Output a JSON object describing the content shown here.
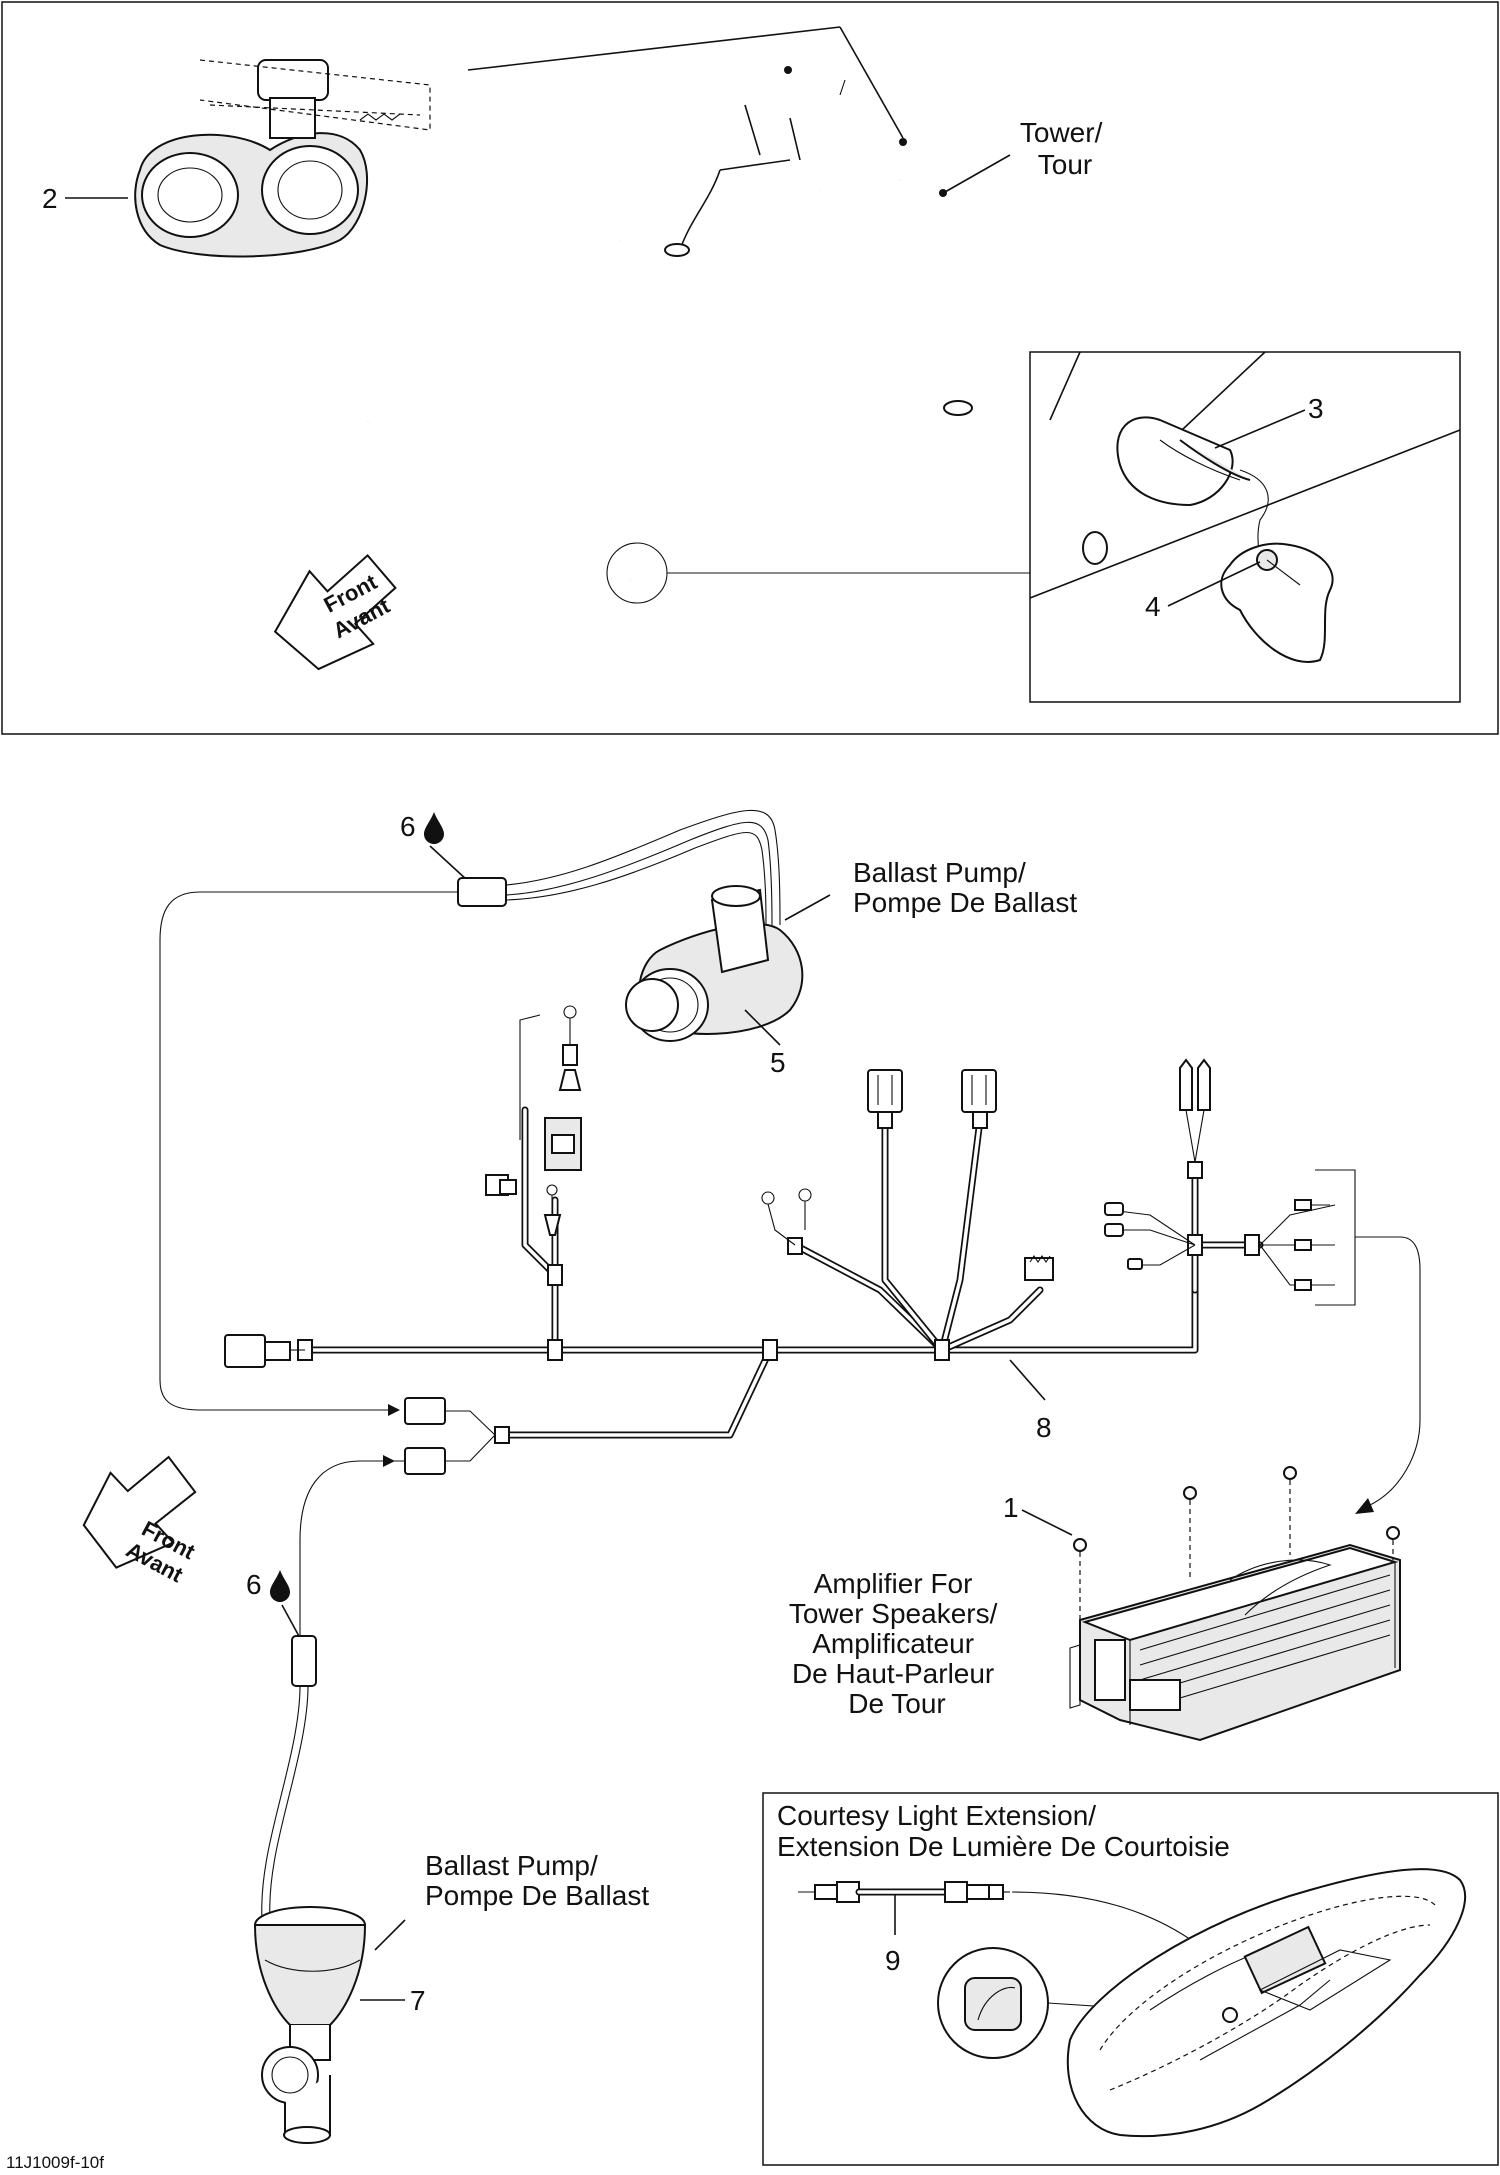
{
  "labels": {
    "tower": [
      "Tower/",
      "Tour"
    ],
    "ballast_pump_top": [
      "Ballast Pump/",
      "Pompe De Ballast"
    ],
    "ballast_pump_bottom": [
      "Ballast Pump/",
      "Pompe De Ballast"
    ],
    "amplifier": [
      "Amplifier For",
      "Tower Speakers/",
      "Amplificateur",
      "De Haut-Parleur",
      "De Tour"
    ],
    "courtesy_light": [
      "Courtesy Light Extension/",
      "Extension De Lumière De Courtoisie"
    ]
  },
  "part_numbers": {
    "n1": "1",
    "n2": "2",
    "n3": "3",
    "n4": "4",
    "n5": "5",
    "n6a": "6",
    "n6b": "6",
    "n7": "7",
    "n8": "8",
    "n9": "9"
  },
  "direction_arrows": {
    "top": [
      "Front",
      "Avant"
    ],
    "bottom": [
      "Front",
      "Avant"
    ]
  },
  "icons": {
    "oil_drop": "oil-drop-icon"
  },
  "reference_code": "11J1009f-10f"
}
